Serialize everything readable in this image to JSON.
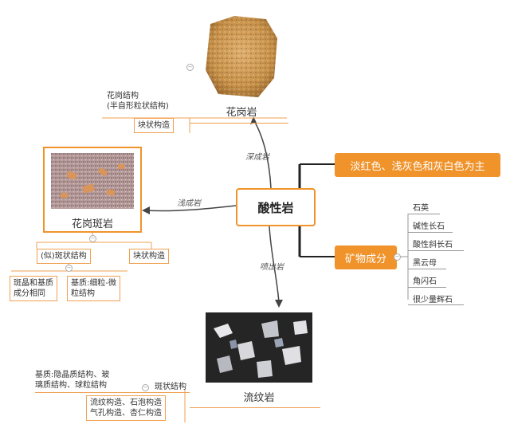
{
  "center": {
    "label": "酸性岩"
  },
  "edges": {
    "deep": "深成岩",
    "shallow": "浅成岩",
    "extrusive": "喷出岩"
  },
  "granite": {
    "name": "花岗岩",
    "structure": "花岗结构\n(半自形粒状结构)",
    "construction": "块状构造"
  },
  "porphyry": {
    "name": "花岗斑岩",
    "structure": "(似)斑状结构",
    "construction": "块状构造",
    "sub1": "斑晶和基质\n成分相同",
    "sub2": "基质:细粒-微\n粒结构"
  },
  "rhyolite": {
    "name": "流纹岩",
    "matrix": "基质:隐晶质结构、玻\n璃质结构、球粒结构",
    "texture": "斑状结构",
    "construction": "流纹构造、石泡构造\n气孔构造、杏仁构造"
  },
  "color_node": {
    "label": "淡红色、浅灰色和灰白色为主"
  },
  "minerals_node": {
    "label": "矿物成分",
    "items": [
      "石英",
      "碱性长石",
      "酸性斜长石",
      "黑云母",
      "角闪石",
      "很少量辉石"
    ]
  },
  "colors": {
    "accent": "#f0932b",
    "line": "#f0a050",
    "dark": "#222222"
  }
}
